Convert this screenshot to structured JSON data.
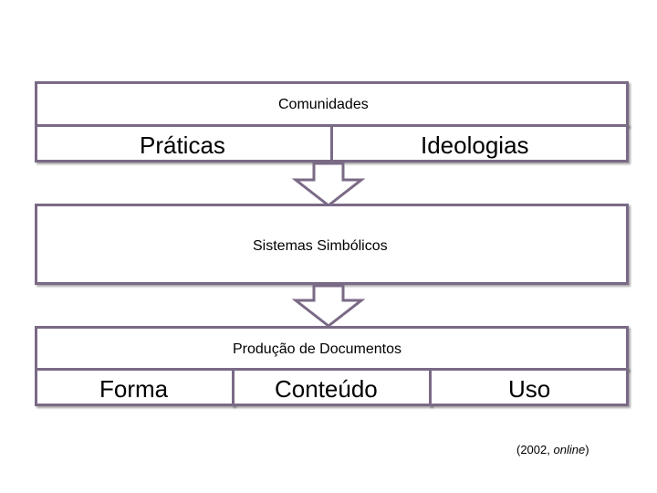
{
  "top_block": {
    "title": "Comunidades",
    "left": "Práticas",
    "right": "Ideologias"
  },
  "middle_block": {
    "title": "Sistemas Simbólicos"
  },
  "bottom_block": {
    "title": "Produção de Documentos",
    "cells": [
      "Forma",
      "Conteúdo",
      "Uso"
    ]
  },
  "citation": {
    "year": "(2002, ",
    "word": "online",
    "close": ")"
  },
  "colors": {
    "border": "#7a6a86",
    "background": "#ffffff",
    "text": "#000000"
  }
}
